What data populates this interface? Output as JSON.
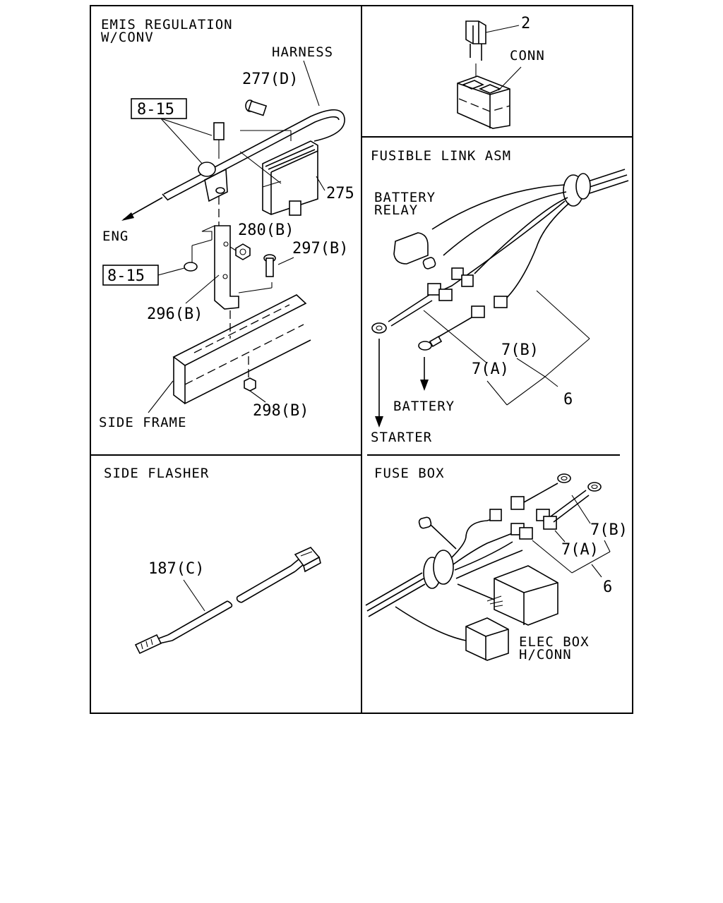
{
  "panels": {
    "emis": {
      "title_line1": "EMIS REGULATION",
      "title_line2": "W/CONV",
      "harness": "HARNESS",
      "ref1": "8-15",
      "ref2": "8-15",
      "p277d": "277(D)",
      "p275": "275",
      "eng": "ENG",
      "p280b": "280(B)",
      "p297b": "297(B)",
      "p296b": "296(B)",
      "p298b": "298(B)",
      "side_frame": "SIDE FRAME"
    },
    "fuse_top": {
      "p2": "2",
      "conn": "CONN"
    },
    "fusible": {
      "title": "FUSIBLE LINK ASM",
      "battery_relay_1": "BATTERY",
      "battery_relay_2": "RELAY",
      "p7b": "7(B)",
      "p7a": "7(A)",
      "p6": "6",
      "battery": "BATTERY",
      "starter": "STARTER"
    },
    "side_flasher": {
      "title": "SIDE FLASHER",
      "p187c": "187(C)"
    },
    "fuse_box": {
      "title": "FUSE BOX",
      "p7b": "7(B)",
      "p7a": "7(A)",
      "p6": "6",
      "elec_box_1": "ELEC BOX",
      "elec_box_2": "H/CONN"
    }
  }
}
